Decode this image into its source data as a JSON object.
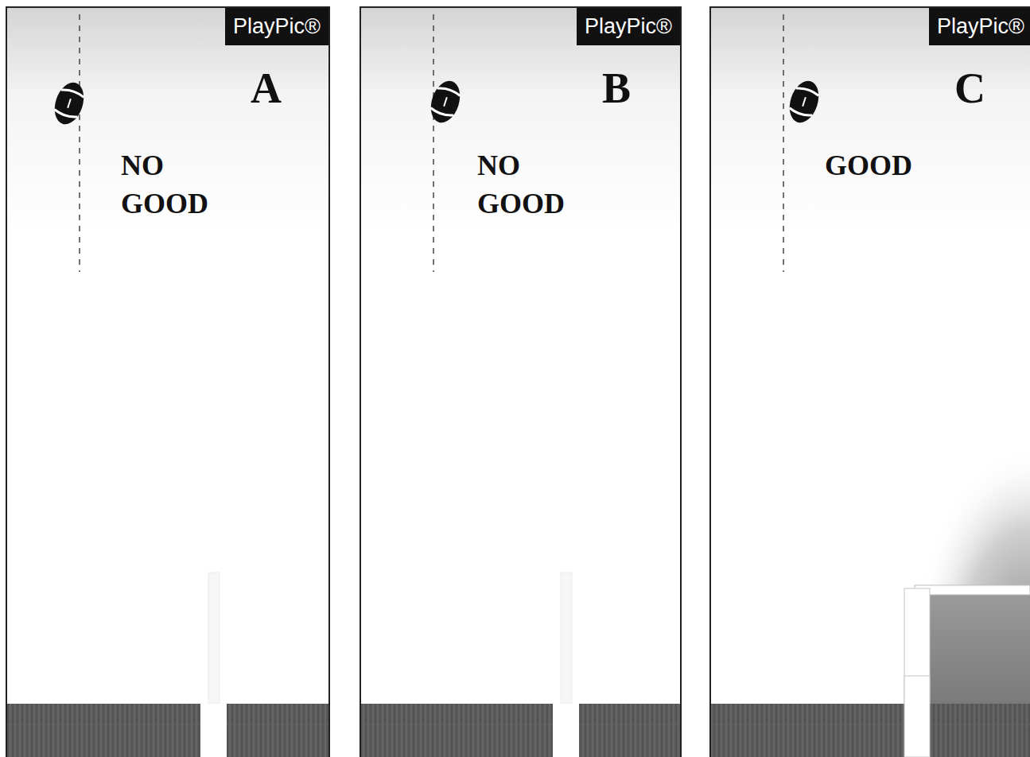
{
  "diagram": {
    "nodes": [
      {
        "text": [
          "A",
          "NO GOOD"
        ]
      },
      {
        "text": [
          "PlayPic®"
        ],
        "in": 0
      },
      {
        "text": [
          "B",
          "NO GOOD"
        ]
      },
      {
        "text": [
          "PlayPic®"
        ],
        "in": 2
      },
      {
        "text": [
          "C",
          "GOOD"
        ]
      },
      {
        "text": [
          "PlayPic®"
        ],
        "in": 4
      }
    ]
  }
}
